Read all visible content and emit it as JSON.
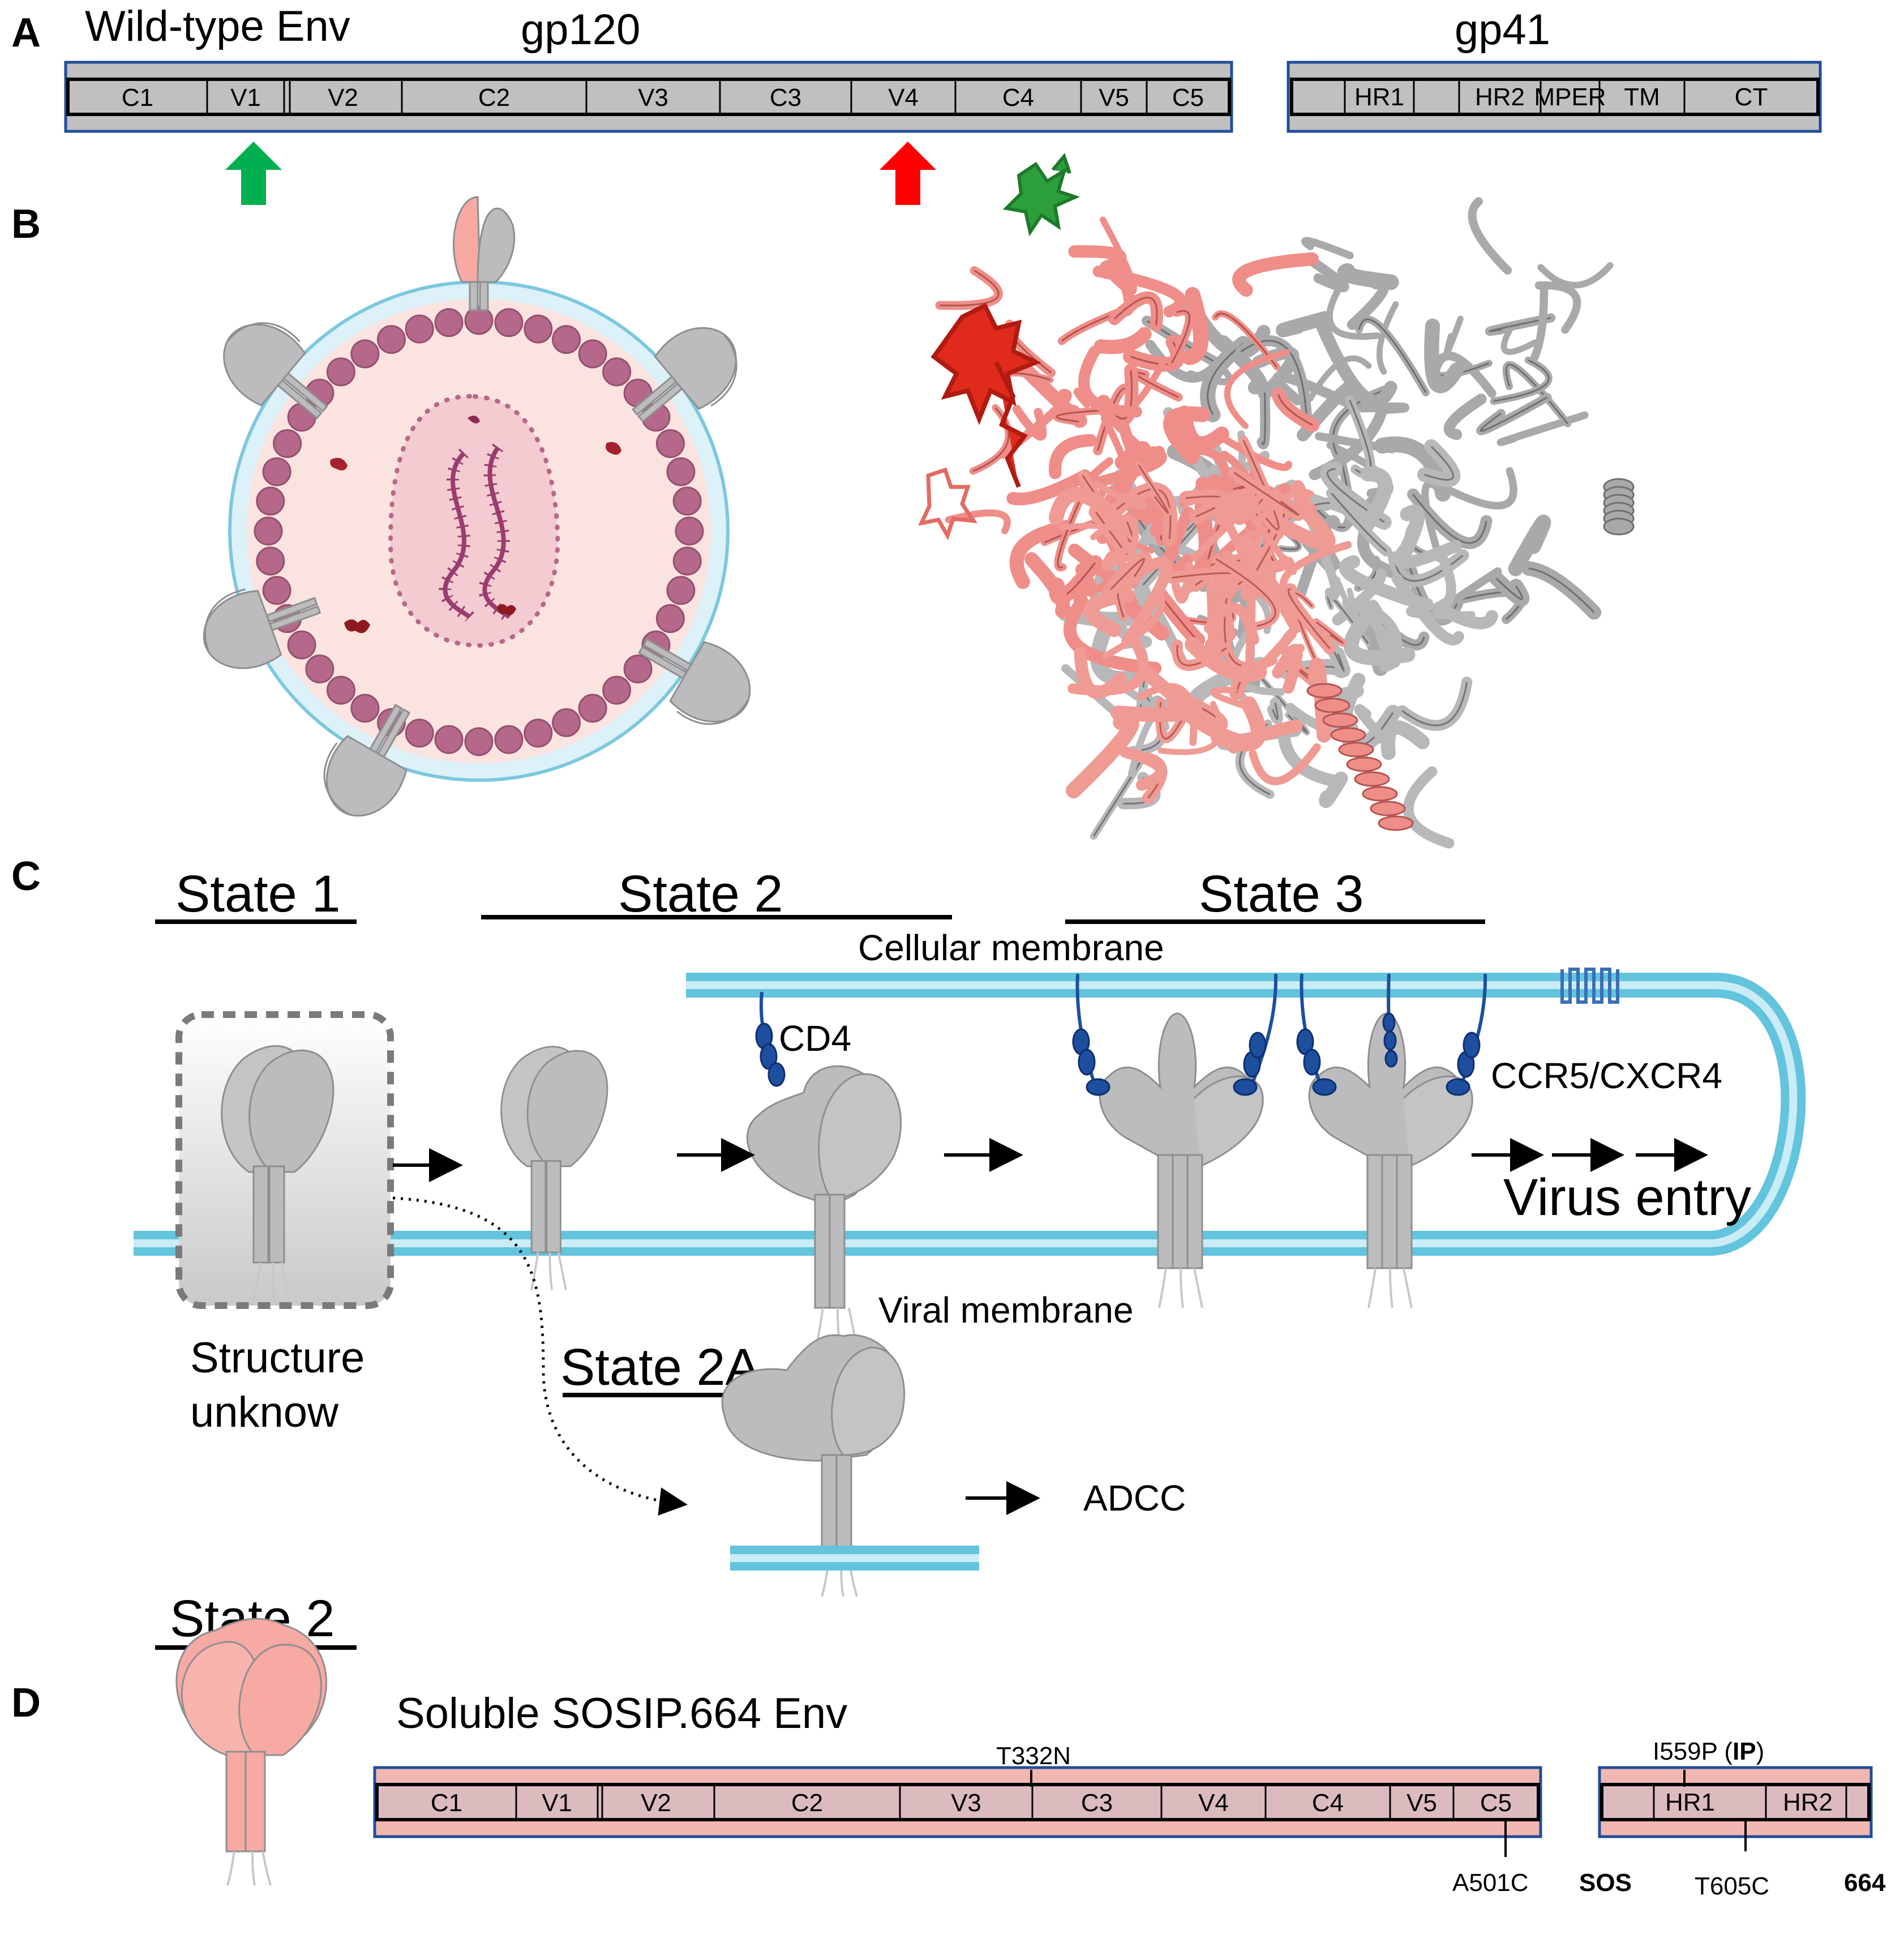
{
  "panels": {
    "a": "A",
    "b": "B",
    "c": "C",
    "d": "D"
  },
  "panelA": {
    "title": "Wild-type Env",
    "gp120_label": "gp120",
    "gp41_label": "gp41",
    "gp120_segments": [
      "C1",
      "V1",
      "V2",
      "C2",
      "V3",
      "C3",
      "V4",
      "C4",
      "V5",
      "C5"
    ],
    "gp41_segments": [
      "HR1",
      "HR2",
      "MPER",
      "TM",
      "CT"
    ],
    "arrow_colors": {
      "v1": "#00b050",
      "v4": "#ff0000"
    }
  },
  "panelC": {
    "state1": "State 1",
    "state2": "State 2",
    "state3": "State 3",
    "state2a": "State 2A",
    "cellular_membrane": "Cellular membrane",
    "viral_membrane": "Viral membrane",
    "cd4": "CD4",
    "coreceptor": "CCR5/CXCR4",
    "virus_entry": "Virus entry",
    "structure_unknown_line1": "Structure",
    "structure_unknown_line2": "unknow",
    "adcc": "ADCC"
  },
  "panelD": {
    "state": "State 2",
    "title": "Soluble SOSIP.664 Env",
    "gp120_segments": [
      "C1",
      "V1",
      "V2",
      "C2",
      "V3",
      "C3",
      "V4",
      "C4",
      "V5",
      "C5"
    ],
    "gp41_segments": [
      "HR1",
      "HR2"
    ],
    "t332n": "T332N",
    "i559p_prefix": "I559P (",
    "i559p_bold": "IP",
    "i559p_suffix": ")",
    "a501c": "A501C",
    "sos": "SOS",
    "t605c": "T605C",
    "n664": "664"
  },
  "colors": {
    "membrane": "#62c4dd",
    "membrane_light": "#c9ecf6",
    "env_gray": "#bcbcbe",
    "env_pink": "#f7a9a3",
    "cd4_blue": "#1d4f9e",
    "bar_blue": "#1f4e9a",
    "virion_bg": "#fbe3e0",
    "matrix": "#b5688a"
  }
}
